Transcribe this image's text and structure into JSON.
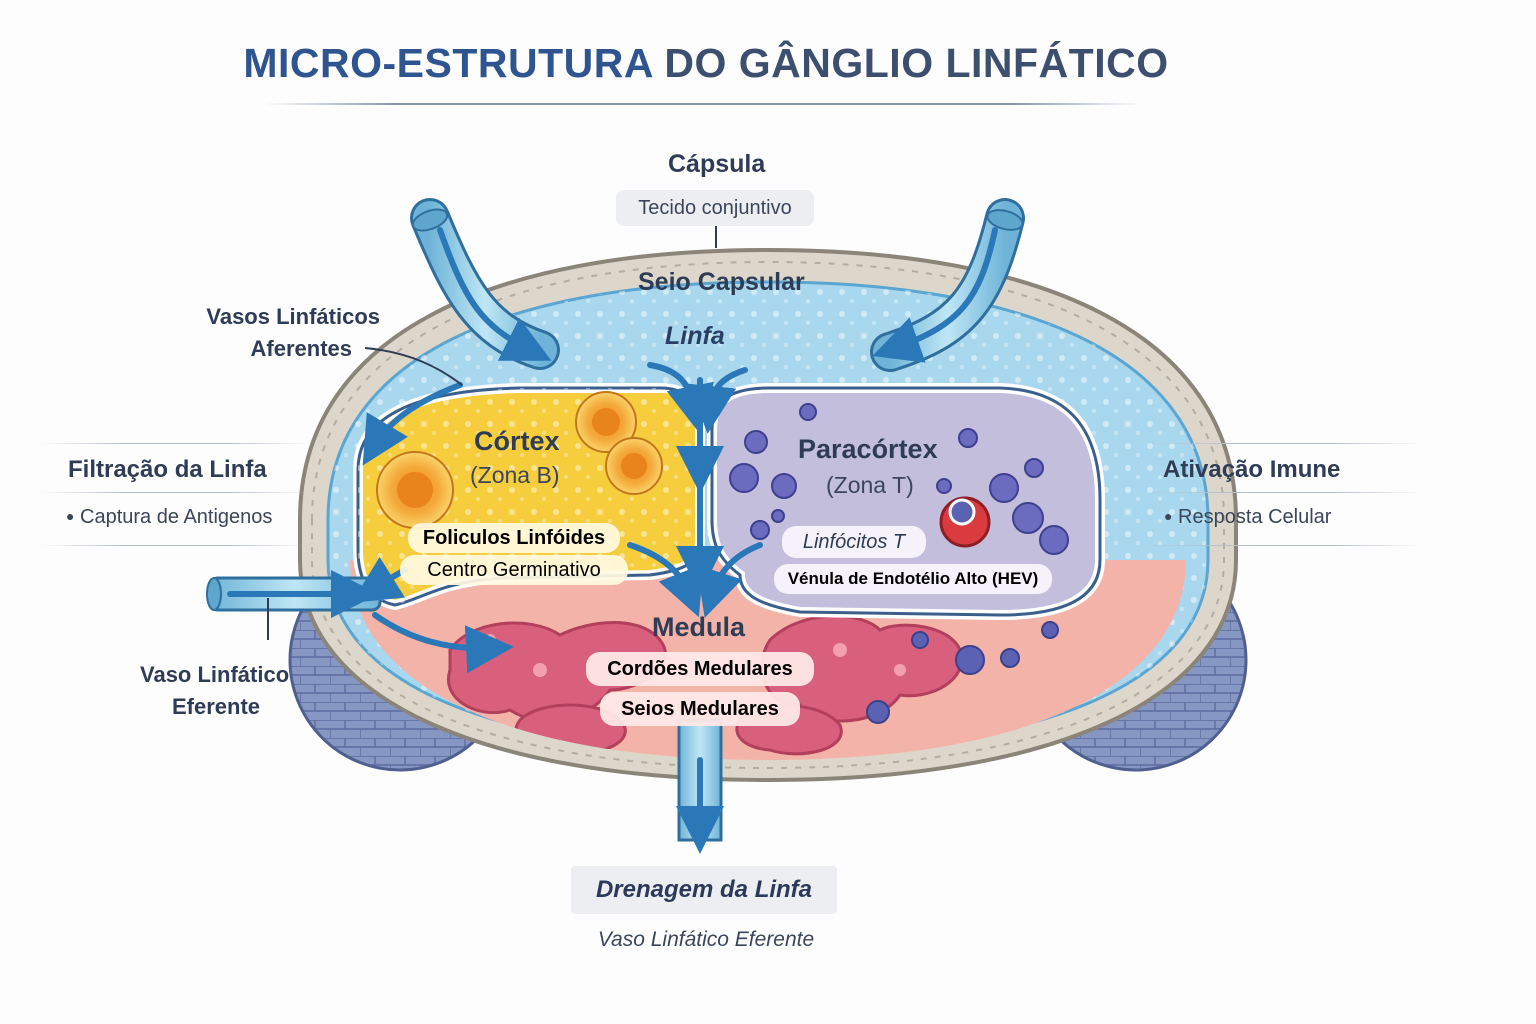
{
  "title": {
    "part1": "MICRO-ESTRUTURA",
    "part2": " DO GÂNGLIO LINFÁTICO"
  },
  "capsule": {
    "label": "Cápsula",
    "sub": "Tecido conjuntivo"
  },
  "capsular_sinus": "Seio Capsular",
  "lymph": "Linfa",
  "afferent": {
    "line1": "Vasos Linfáticos",
    "line2": "Aferentes"
  },
  "filtration": {
    "title": "Filtração da Linfa",
    "item": "Captura de Antigenos"
  },
  "immune": {
    "title": "Ativação Imune",
    "item": "Resposta Celular"
  },
  "cortex": {
    "title": "Córtex",
    "sub": "(Zona B)"
  },
  "follicles": {
    "line1": "Foliculos Linfóides",
    "line2": "Centro Germinativo"
  },
  "paracortex": {
    "title": "Paracórtex",
    "sub": "(Zona T)"
  },
  "lymphocytes": "Linfócitos T",
  "hev": "Vénula de Endotélio Alto (HEV)",
  "medulla": {
    "title": "Medula",
    "cords": "Cordões Medulares",
    "sinuses": "Seios Medulares"
  },
  "efferent": {
    "line1": "Vaso Linfático",
    "line2": "Eferente"
  },
  "drainage": {
    "title": "Drenagem da Linfa",
    "sub": "Vaso Linfático Eferente"
  },
  "bullet": "●",
  "colors": {
    "title_accent": "#2f5590",
    "capsule": "#d9d4c8",
    "lymph_sinus": "#a9d8ee",
    "cortex": "#f6cd3c",
    "paracortex": "#c2bedc",
    "medulla": "#f4b3a8",
    "medullary_cords": "#d9607c",
    "vessel": "#8ecbe5",
    "arrow": "#2a78b8",
    "outer_shell": "#8192bf"
  }
}
